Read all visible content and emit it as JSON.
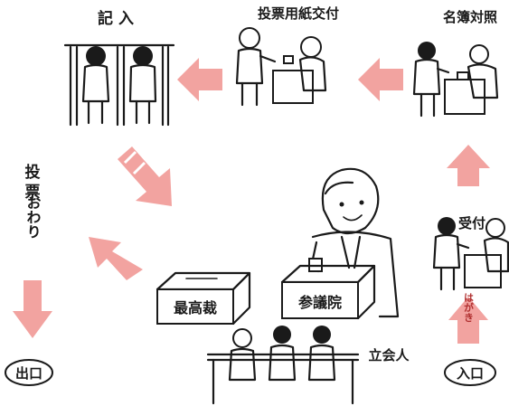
{
  "steps": {
    "kinyu": "記 入",
    "kofu": "投票用紙交付",
    "meibo": "名簿対照",
    "uketsuke": "受付",
    "owari_line1": "投",
    "owari_line2": "票",
    "owari_line3": "おわり",
    "tachiainin": "立会人"
  },
  "boxes": {
    "supreme": "最高裁",
    "sangiin": "参議院"
  },
  "doors": {
    "exit": "出口",
    "entrance": "入口"
  },
  "hagaki": "はがき",
  "colors": {
    "arrow": "#f2a3a0",
    "ink": "#1a1a1a"
  }
}
